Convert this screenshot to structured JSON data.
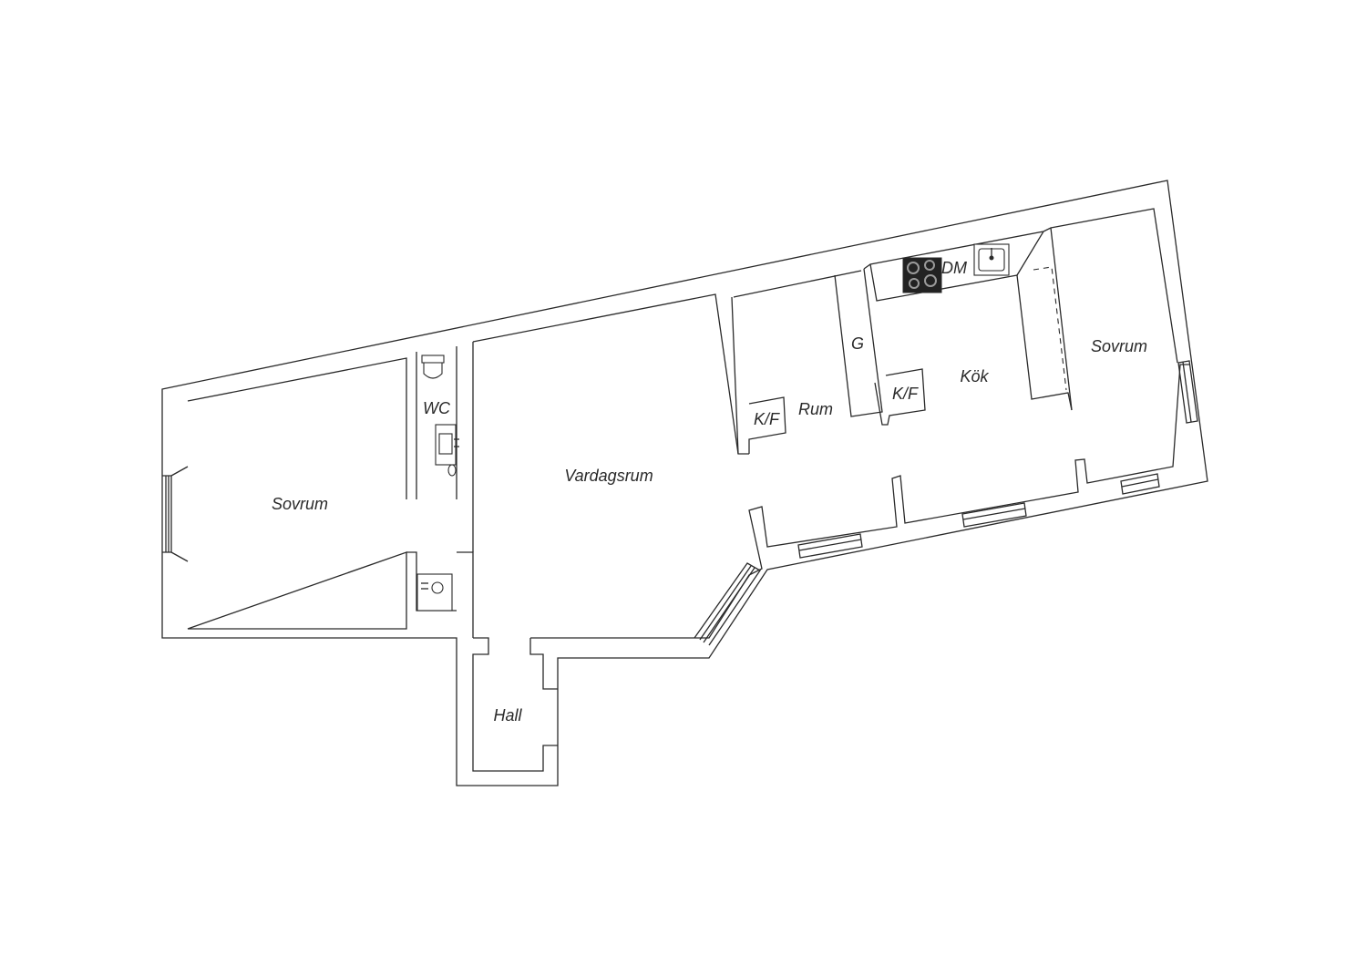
{
  "rooms": {
    "sovrum_left": "Sovrum",
    "wc": "WC",
    "vardagsrum": "Vardagsrum",
    "rum": "Rum",
    "kok": "Kök",
    "sovrum_right": "Sovrum",
    "hall": "Hall"
  },
  "fixtures": {
    "kf_rum": "K/F",
    "kf_kok": "K/F",
    "g": "G",
    "dm": "DM"
  },
  "colors": {
    "wall": "#2a2a2a",
    "background": "#ffffff"
  }
}
